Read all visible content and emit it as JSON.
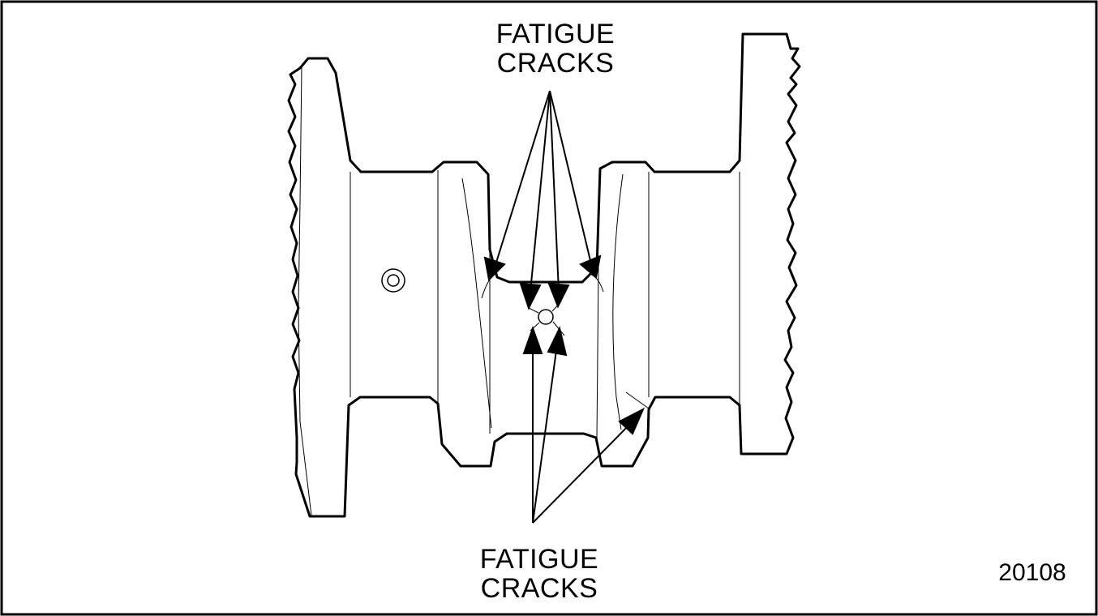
{
  "labels": {
    "top": {
      "line1": "FATIGUE",
      "line2": "CRACKS"
    },
    "bottom": {
      "line1": "FATIGUE",
      "line2": "CRACKS"
    }
  },
  "figure_number": "20108",
  "colors": {
    "stroke": "#000000",
    "background": "#ffffff"
  },
  "icons": [
    "arrowhead-icon",
    "oil-hole-icon",
    "fracture-edge-icon"
  ]
}
